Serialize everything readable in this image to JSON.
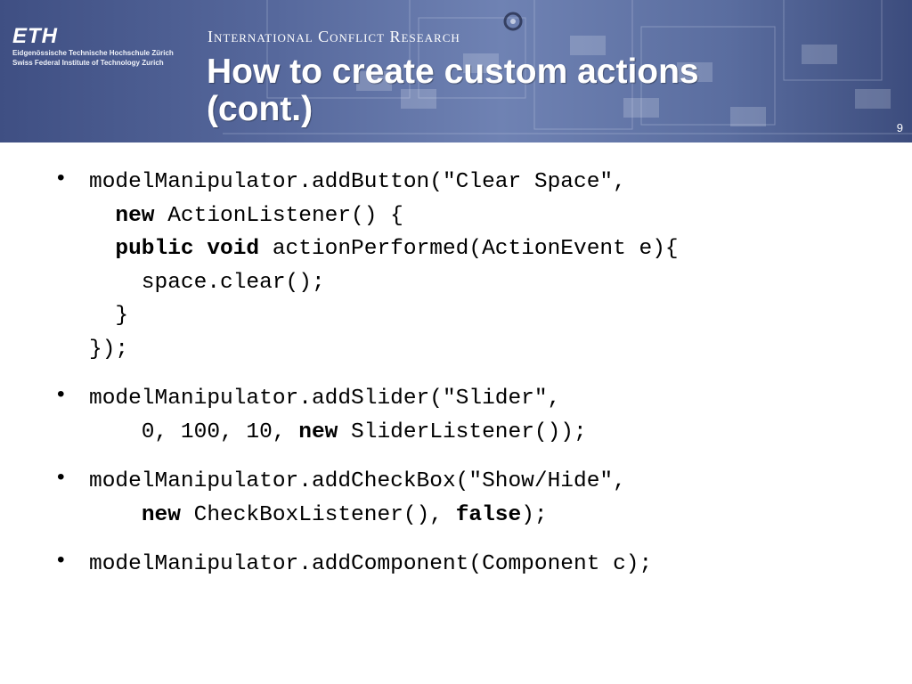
{
  "header": {
    "logo": "ETH",
    "logo_sub1": "Eidgenössische Technische Hochschule Zürich",
    "logo_sub2": "Swiss Federal Institute of Technology Zurich",
    "brand": "International Conflict Research",
    "title_line1": "How to create custom actions",
    "title_line2": "(cont.)",
    "page_number": "9"
  },
  "bullets": [
    {
      "lines": [
        [
          {
            "t": "modelManipulator.addButton(\"Clear Space\","
          }
        ],
        [
          {
            "t": "  "
          },
          {
            "t": "new",
            "kw": true
          },
          {
            "t": " ActionListener() {"
          }
        ],
        [
          {
            "t": "  "
          },
          {
            "t": "public",
            "kw": true
          },
          {
            "t": " "
          },
          {
            "t": "void",
            "kw": true
          },
          {
            "t": " actionPerformed(ActionEvent e){"
          }
        ],
        [
          {
            "t": "    space.clear();"
          }
        ],
        [
          {
            "t": "  }"
          }
        ],
        [
          {
            "t": "});"
          }
        ]
      ]
    },
    {
      "lines": [
        [
          {
            "t": "modelManipulator.addSlider(\"Slider\","
          }
        ],
        [
          {
            "t": "    0, 100, 10, "
          },
          {
            "t": "new",
            "kw": true
          },
          {
            "t": " SliderListener());"
          }
        ]
      ]
    },
    {
      "lines": [
        [
          {
            "t": "modelManipulator.addCheckBox(\"Show/Hide\","
          }
        ],
        [
          {
            "t": "    "
          },
          {
            "t": "new",
            "kw": true
          },
          {
            "t": " CheckBoxListener(), "
          },
          {
            "t": "false",
            "kw": true
          },
          {
            "t": ");"
          }
        ]
      ]
    },
    {
      "lines": [
        [
          {
            "t": "modelManipulator.addComponent(Component c);"
          }
        ]
      ]
    }
  ]
}
